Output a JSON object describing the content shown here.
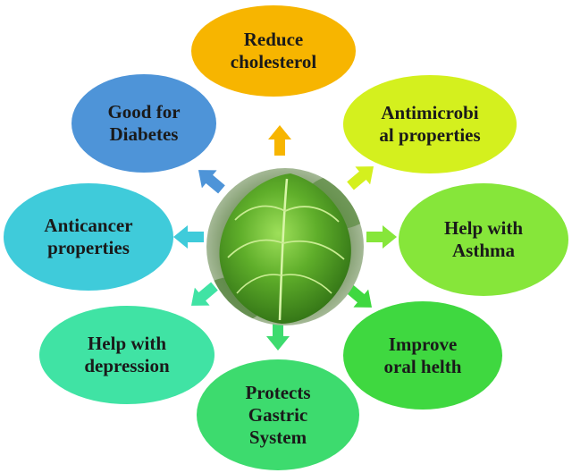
{
  "center": {
    "icon": "betel-leaf-icon"
  },
  "benefits": [
    {
      "id": "reduce-cholesterol",
      "lines": [
        "Reduce",
        "cholesterol"
      ],
      "color": "#F7B500"
    },
    {
      "id": "antimicrobial",
      "lines": [
        "Antimicrobi",
        "al properties"
      ],
      "color": "#D4F01E"
    },
    {
      "id": "help-asthma",
      "lines": [
        "Help with",
        "Asthma"
      ],
      "color": "#86E63A"
    },
    {
      "id": "oral-health",
      "lines": [
        "Improve",
        "oral helth"
      ],
      "color": "#3FD840"
    },
    {
      "id": "gastric",
      "lines": [
        "Protects",
        "Gastric",
        "System"
      ],
      "color": "#3DDB6E"
    },
    {
      "id": "depression",
      "lines": [
        "Help with",
        "depression"
      ],
      "color": "#40E3A4"
    },
    {
      "id": "anticancer",
      "lines": [
        "Anticancer",
        "properties"
      ],
      "color": "#3FCBDA"
    },
    {
      "id": "diabetes",
      "lines": [
        "Good for",
        "Diabetes"
      ],
      "color": "#4E94D8"
    }
  ],
  "arrow_colors": [
    "#F7B500",
    "#D4F01E",
    "#86E63A",
    "#3FD840",
    "#3DDB6E",
    "#40E3A4",
    "#3FCBDA",
    "#4E94D8"
  ]
}
